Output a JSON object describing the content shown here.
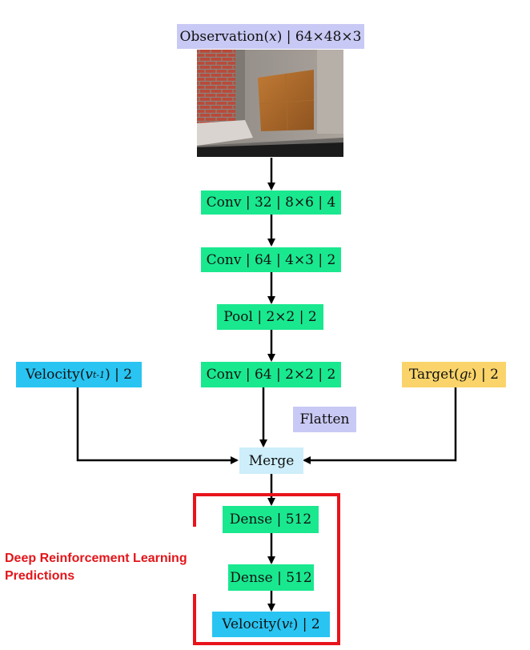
{
  "observation": {
    "label": "Observation",
    "var": "x",
    "shape": "| 64×48×3"
  },
  "conv1": "Conv | 32 | 8×6 | 4",
  "conv2": "Conv | 64 | 4×3 | 2",
  "pool": "Pool | 2×2 | 2",
  "conv3": "Conv | 64 | 2×2 | 2",
  "flatten": "Flatten",
  "velocity_in": {
    "label": "Velocity",
    "var": "v",
    "sub": "t-1",
    "dims": "| 2"
  },
  "target": {
    "label": "Target",
    "var": "g",
    "sub": "t",
    "dims": "| 2"
  },
  "merge": "Merge",
  "dense1": "Dense | 512",
  "dense2": "Dense | 512",
  "velocity_out": {
    "label": "Velocity",
    "var": "v",
    "sub": "t",
    "dims": "| 2"
  },
  "annotation": [
    "Deep Reinforcement Learning",
    "Predictions"
  ],
  "colors": {
    "layer": "#19e88f",
    "observation": "#c9c9f5",
    "flatten": "#c9c9f5",
    "velocity": "#29c4f2",
    "target": "#fad46a",
    "merge": "#cdeefa",
    "highlight": "#e8141b"
  }
}
